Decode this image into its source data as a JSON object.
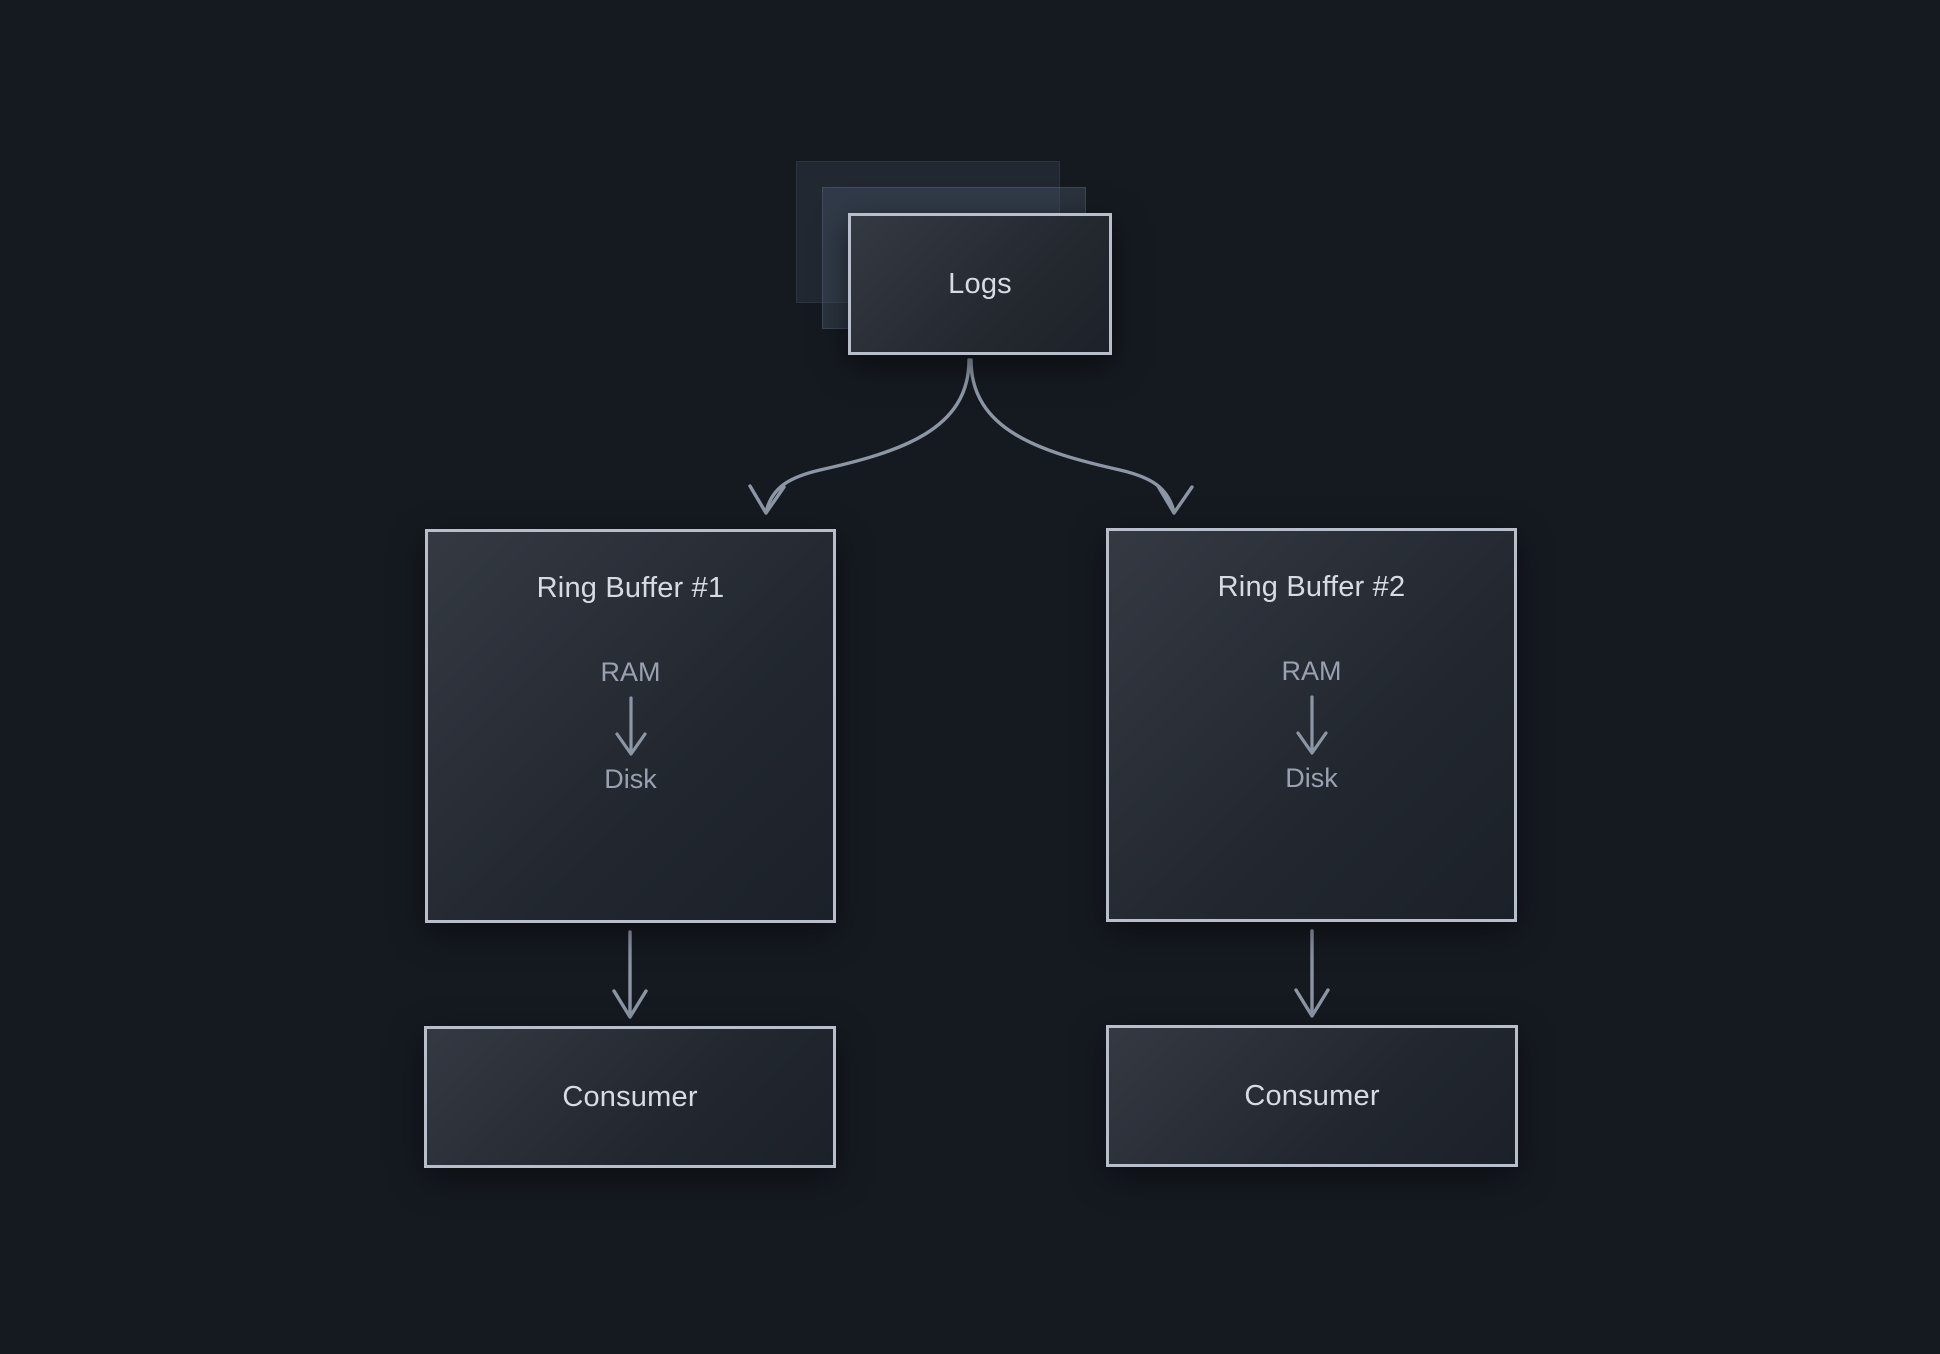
{
  "theme": {
    "background": "#151a21",
    "node_border": "#b8bfcb",
    "node_fill_light": "#343942",
    "node_fill_dark": "#1c2129",
    "title_text": "#d7dce4",
    "muted_text": "#9aa1b0",
    "connector_stroke": "#8d96a5"
  },
  "diagram": {
    "type": "flowchart",
    "source": {
      "label": "Logs",
      "stack_layers": 3
    },
    "buffers": [
      {
        "title": "Ring Buffer #1",
        "tiers": [
          "RAM",
          "Disk"
        ],
        "tier_arrow": "down-arrow-icon",
        "consumer": "Consumer"
      },
      {
        "title": "Ring Buffer #2",
        "tiers": [
          "RAM",
          "Disk"
        ],
        "tier_arrow": "down-arrow-icon",
        "consumer": "Consumer"
      }
    ],
    "edges": [
      {
        "from": "Logs",
        "to": "Ring Buffer #1",
        "style": "curved",
        "arrowhead": "open-v"
      },
      {
        "from": "Logs",
        "to": "Ring Buffer #2",
        "style": "curved",
        "arrowhead": "open-v"
      },
      {
        "from": "Ring Buffer #1",
        "to": "Consumer",
        "style": "straight",
        "arrowhead": "open-v"
      },
      {
        "from": "Ring Buffer #2",
        "to": "Consumer",
        "style": "straight",
        "arrowhead": "open-v"
      }
    ]
  }
}
